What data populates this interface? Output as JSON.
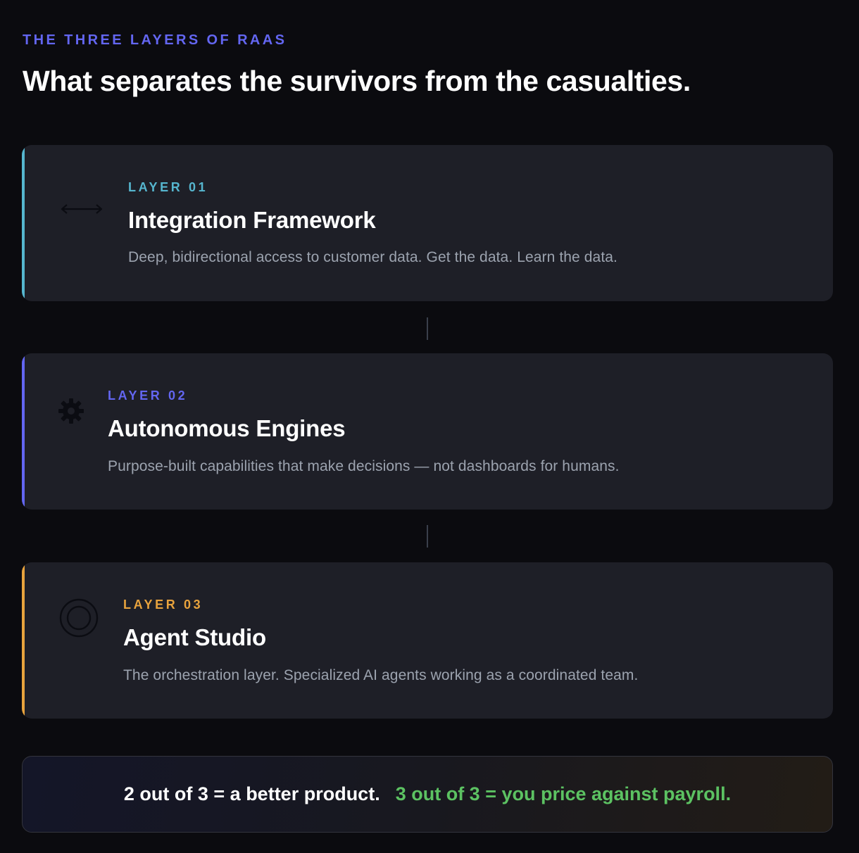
{
  "header": {
    "eyebrow": "THE THREE LAYERS OF RAAS",
    "headline": "What separates the survivors from the casualties."
  },
  "layers": [
    {
      "label": "LAYER 01",
      "title": "Integration Framework",
      "description": "Deep, bidirectional access to customer data. Get the data. Learn the data.",
      "accent_color": "#56b6cf",
      "icon": "bidirectional-arrow-icon"
    },
    {
      "label": "LAYER 02",
      "title": "Autonomous Engines",
      "description": "Purpose-built capabilities that make decisions — not dashboards for humans.",
      "accent_color": "#6366f1",
      "icon": "gear-icon"
    },
    {
      "label": "LAYER 03",
      "title": "Agent Studio",
      "description": "The orchestration layer. Specialized AI agents working as a coordinated team.",
      "accent_color": "#e8a33d",
      "icon": "concentric-circles-icon"
    }
  ],
  "footer": {
    "statement_a": "2 out of 3 = a better product.",
    "statement_b": "3 out of 3 = you price against payroll.",
    "highlight_color": "#5cc262"
  }
}
